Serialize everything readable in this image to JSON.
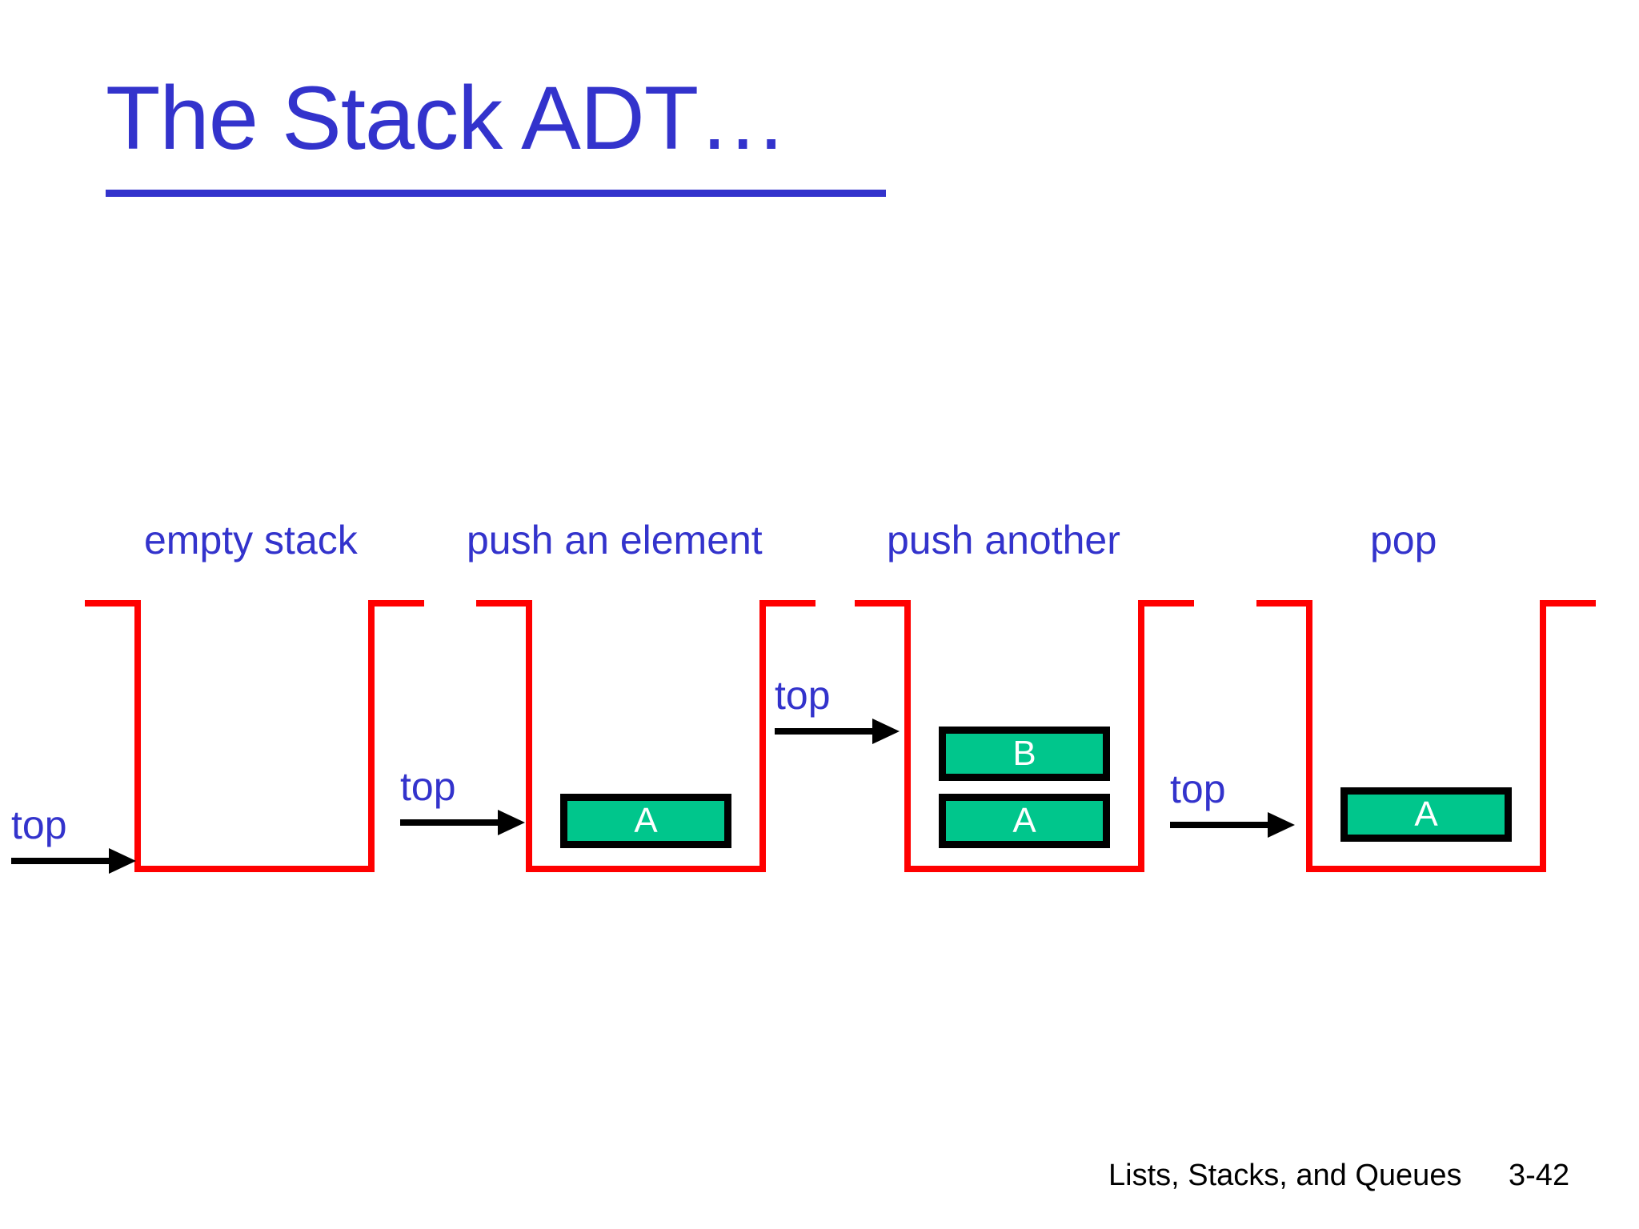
{
  "slide": {
    "title": "The Stack ADT…",
    "title_color": "#3333CC",
    "background_color": "#FFFFFF"
  },
  "diagram": {
    "container_color": "#FF0000",
    "element_fill": "#00C68C",
    "element_border": "#000000",
    "element_text_color": "#FFFFFF",
    "arrow_color": "#000000",
    "pointer_label": "top",
    "stages": [
      {
        "label": "empty stack",
        "pointer_label": "top",
        "elements": []
      },
      {
        "label": "push an element",
        "pointer_label": "top",
        "elements": [
          "A"
        ]
      },
      {
        "label": "push another",
        "pointer_label": "top",
        "elements": [
          "B",
          "A"
        ]
      },
      {
        "label": "pop",
        "pointer_label": "top",
        "elements": [
          "A"
        ]
      }
    ]
  },
  "footer": {
    "chapter": "Lists, Stacks, and Queues",
    "page": "3-42"
  }
}
